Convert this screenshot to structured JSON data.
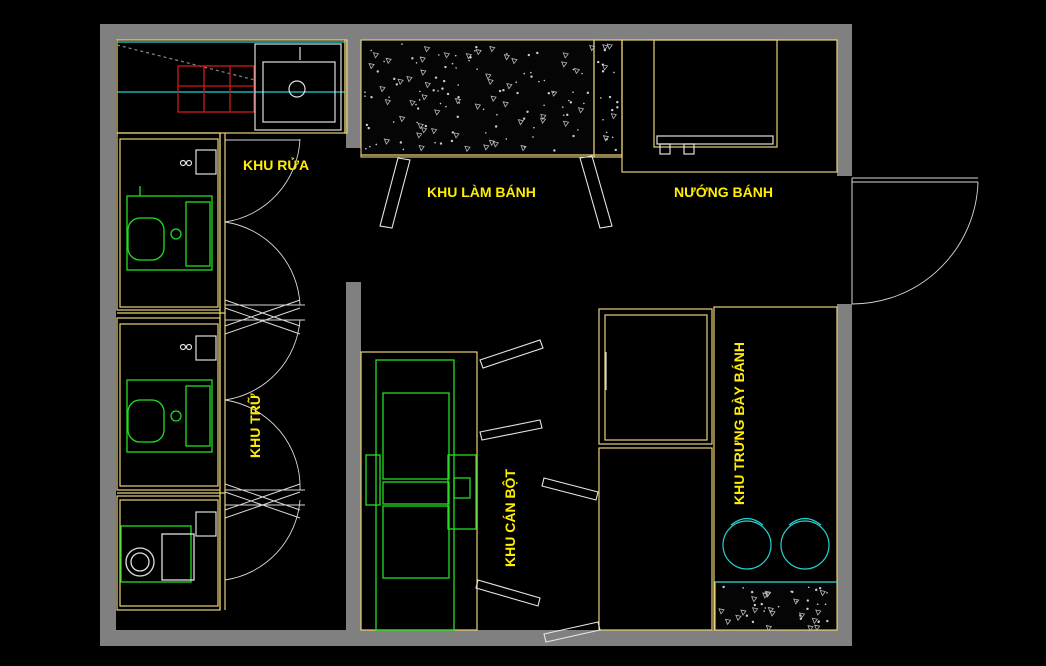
{
  "zones": {
    "khu_rua": "KHU RỬA",
    "khu_lam_banh": "KHU LÀM BÁNH",
    "nuong_banh": "NƯỚNG BÁNH",
    "khu_tru": "KHU TRỮ",
    "khu_can_bot": "KHU CÁN BỘT",
    "khu_trung_bay_banh": "KHU TRƯNG BÀY BÁNH"
  },
  "colors": {
    "background": "#000000",
    "wall": "#808080",
    "label": "#ffee00",
    "furniture": "#e8d27a",
    "equipment": "#22dd22",
    "counter_edge": "#22d3d3",
    "shelf": "#d01818"
  }
}
